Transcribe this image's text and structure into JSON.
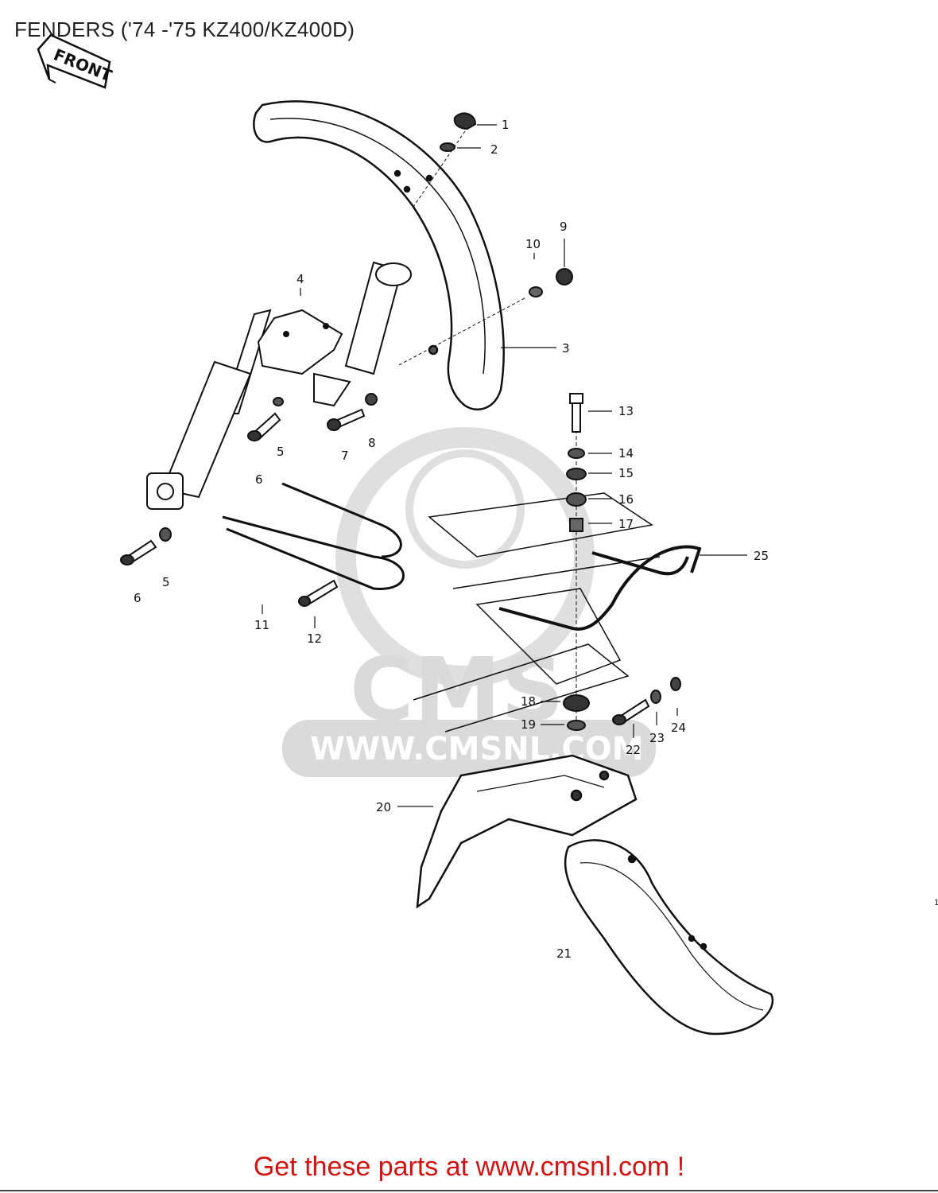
{
  "title": "FENDERS ('74 -'75 KZ400/KZ400D)",
  "front_label": "FRONT",
  "watermark": {
    "brand": "CMS",
    "url": "WWW.CMSNL.COM"
  },
  "callouts": [
    "1",
    "2",
    "3",
    "4",
    "5",
    "6",
    "7",
    "8",
    "9",
    "10",
    "11",
    "12",
    "13",
    "14",
    "15",
    "16",
    "17",
    "18",
    "19",
    "20",
    "21",
    "22",
    "23",
    "24",
    "25"
  ],
  "extra_callouts": {
    "second_5": "5",
    "second_6": "6"
  },
  "margin_mark": "1",
  "footer": {
    "cta": "Get these parts at www.cmsnl.com !"
  },
  "colors": {
    "footer_text": "#d01212",
    "watermark": "#d6d6d6",
    "line_art": "#111111"
  }
}
